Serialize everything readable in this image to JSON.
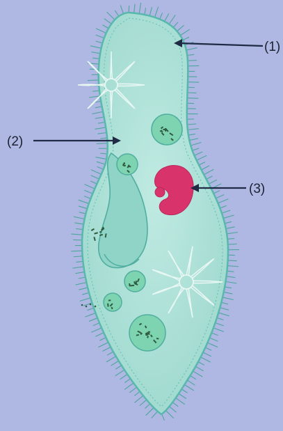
{
  "diagram": {
    "subject": "paramecium-cell",
    "labels": [
      {
        "id": "label-1",
        "text": "(1)",
        "points_to": "pellicle-cilia"
      },
      {
        "id": "label-2",
        "text": "(2)",
        "points_to": "cytoplasm"
      },
      {
        "id": "label-3",
        "text": "(3)",
        "points_to": "nucleus"
      }
    ],
    "colors": {
      "background": "#aeb8e2",
      "cell_fill": "#a9e0d6",
      "cell_outline": "#58b8ad",
      "cilia": "#4ea59c",
      "nucleus": "#d8336a",
      "vacuole": "#7ed3b0",
      "arrow": "#1f2a44"
    }
  }
}
